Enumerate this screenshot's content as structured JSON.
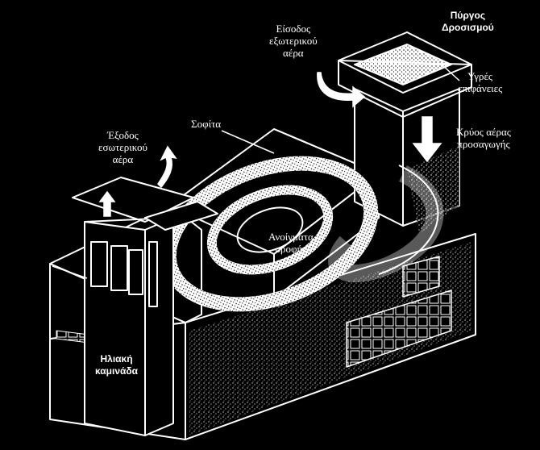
{
  "labels": {
    "tower": [
      "Πύργος",
      "Δροσισμού"
    ],
    "inlet": [
      "Είσοδος",
      "εξωτερικού",
      "αέρα"
    ],
    "wet_surfaces": [
      "Υγρές",
      "επιφάνειες"
    ],
    "attic": "Σοφίτα",
    "outlet": [
      "Έξοδος",
      "εσωτερικού",
      "αέρα"
    ],
    "cool_supply": [
      "Κρύος αέρας",
      "προσαγωγής"
    ],
    "roof_openings": [
      "Ανοίγματα",
      "οροφής"
    ],
    "chimney": [
      "Ηλιακή",
      "καμινάδα"
    ]
  },
  "colors": {
    "background": "#000000",
    "line": "#ffffff"
  },
  "icons": [
    "inlet-arrow-icon",
    "downflow-arrow-icon",
    "outlet-arrow-icon",
    "chimney-up-arrow-icon"
  ]
}
